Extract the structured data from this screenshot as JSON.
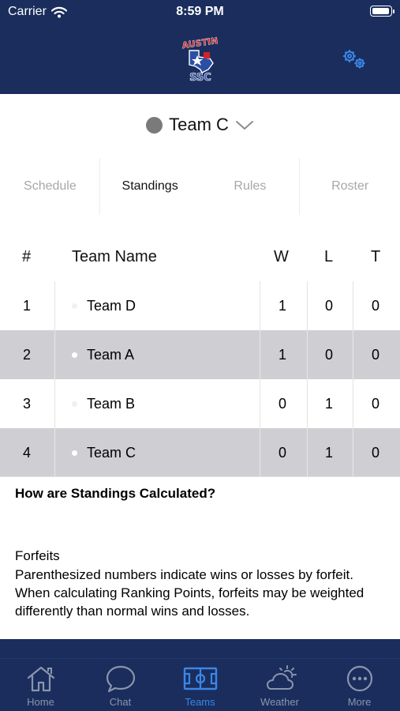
{
  "status_bar": {
    "carrier": "Carrier",
    "time": "8:59 PM",
    "battery_level": 1.0
  },
  "header": {
    "logo_top_text": "AUSTIN",
    "logo_bottom_text": "SSC",
    "settings_icon": "gears-icon"
  },
  "team_selector": {
    "team": "Team C",
    "dot_color": "#7a7a7a",
    "icon": "chevron-down-icon"
  },
  "tabs": [
    {
      "label": "Schedule",
      "active": false
    },
    {
      "label": "Standings",
      "active": true
    },
    {
      "label": "Rules",
      "active": false
    },
    {
      "label": "Roster",
      "active": false
    }
  ],
  "standings": {
    "headers": {
      "rank": "#",
      "team": "Team Name",
      "w": "W",
      "l": "L",
      "t": "T"
    },
    "rows": [
      {
        "rank": "1",
        "team": "Team D",
        "w": "1",
        "l": "0",
        "t": "0"
      },
      {
        "rank": "2",
        "team": "Team A",
        "w": "1",
        "l": "0",
        "t": "0"
      },
      {
        "rank": "3",
        "team": "Team B",
        "w": "0",
        "l": "1",
        "t": "0"
      },
      {
        "rank": "4",
        "team": "Team C",
        "w": "0",
        "l": "1",
        "t": "0"
      }
    ]
  },
  "info": {
    "title": "How are Standings Calculated?",
    "heading": "Forfeits",
    "body": "Parenthesized numbers indicate wins or losses by forfeit. When calculating Ranking Points, forfeits may be weighted differently than normal wins and losses."
  },
  "tabbar": {
    "items": [
      {
        "label": "Home",
        "icon": "home-icon",
        "active": false
      },
      {
        "label": "Chat",
        "icon": "chat-bubble-icon",
        "active": false
      },
      {
        "label": "Teams",
        "icon": "soccer-field-icon",
        "active": true
      },
      {
        "label": "Weather",
        "icon": "partly-cloudy-icon",
        "active": false
      },
      {
        "label": "More",
        "icon": "more-dots-icon",
        "active": false
      }
    ]
  },
  "colors": {
    "header_bg": "#1a2d5c",
    "accent": "#3a86e8",
    "inactive_tab": "#a7a7a7",
    "row_shade": "#cfcfd3"
  }
}
